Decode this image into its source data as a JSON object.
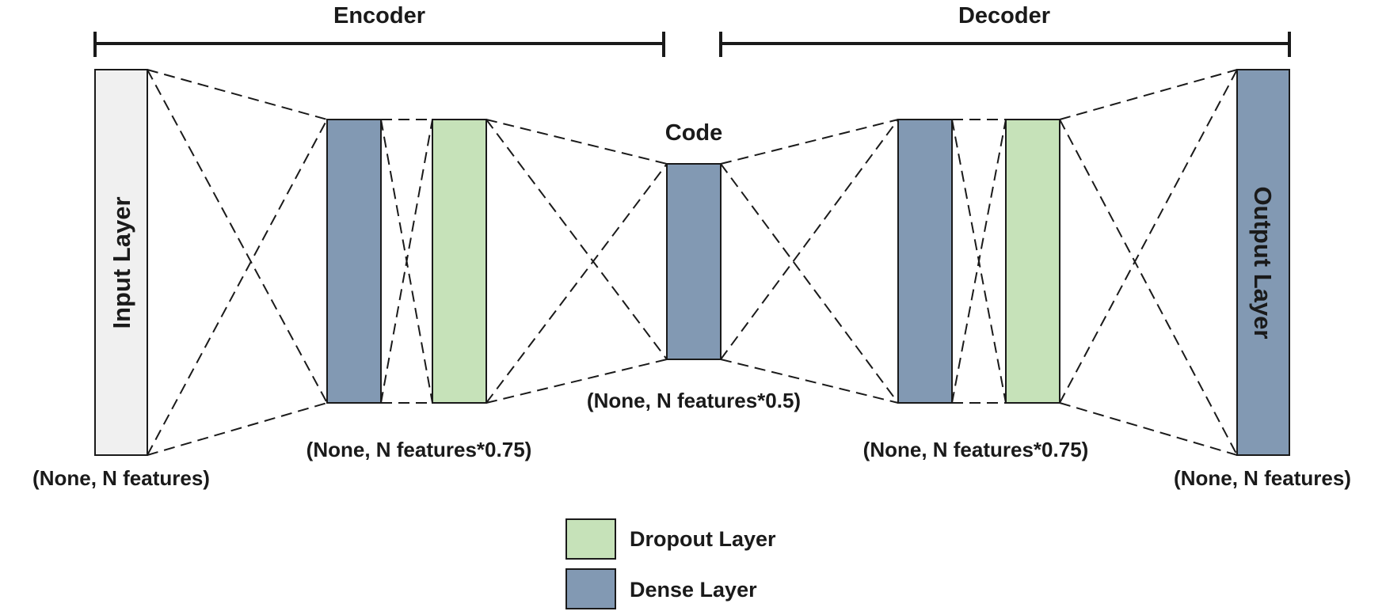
{
  "sections": {
    "encoder": "Encoder",
    "decoder": "Decoder"
  },
  "layers": {
    "input": {
      "label": "Input Layer",
      "shape": "(None, N features)"
    },
    "encoder_pair": {
      "shape": "(None, N features*0.75)"
    },
    "code": {
      "label": "Code",
      "shape": "(None, N features*0.5)"
    },
    "decoder_pair": {
      "shape": "(None, N features*0.75)"
    },
    "output": {
      "label": "Output Layer",
      "shape": "(None, N features)"
    }
  },
  "legend": {
    "dropout": "Dropout Layer",
    "dense": "Dense Layer"
  },
  "colors": {
    "input": "#f0f0f0",
    "dense": "#8299b3",
    "dropout": "#c6e2b9",
    "ink": "#1a1a1a"
  }
}
